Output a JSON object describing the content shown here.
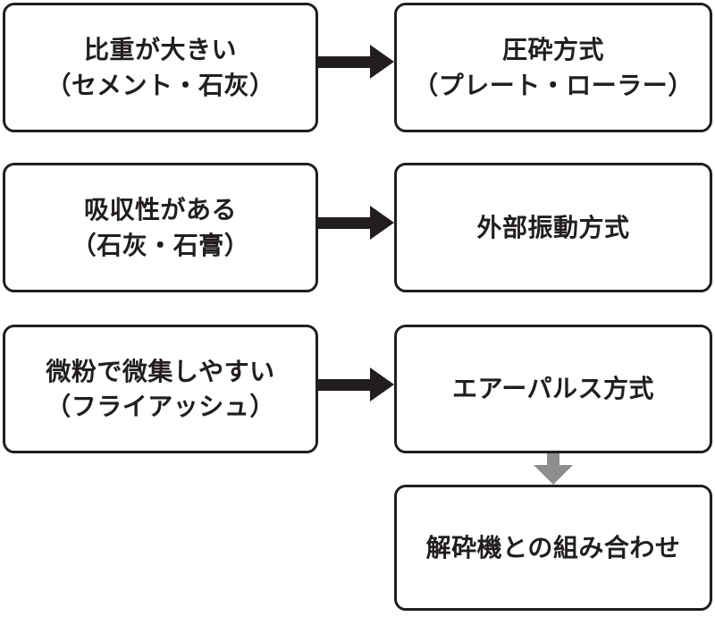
{
  "flowchart": {
    "rows": [
      {
        "property": "比重が大きい\n（セメント・石灰）",
        "method": "圧砕方式\n（プレート・ローラー）"
      },
      {
        "property": "吸収性がある\n（石灰・石膏）",
        "method": "外部振動方式"
      },
      {
        "property": "微粉で微集しやすい\n（フライアッシュ）",
        "method": "エアーパルス方式"
      }
    ],
    "combination": "解砕機との組み合わせ",
    "icons": {
      "flow_arrow": "right-arrow",
      "combine_arrow": "down-arrow"
    },
    "colors": {
      "box_border": "#221e1f",
      "text": "#221e1f",
      "arrow_black": "#221e1f",
      "arrow_gray": "#8e8e8e",
      "background": "#ffffff"
    }
  }
}
